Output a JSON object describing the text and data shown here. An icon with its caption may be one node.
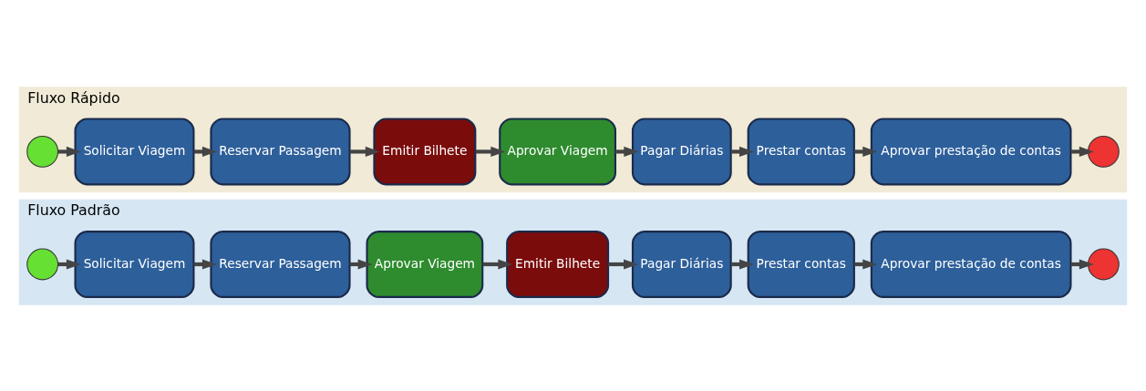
{
  "diagram": {
    "nodes": [
      {
        "text": [
          "Fluxo Padrão"
        ]
      },
      {
        "text": [],
        "shape": "circle",
        "in": 0
      },
      {
        "text": [
          "Solicitar Viagem"
        ],
        "in": 0
      },
      {
        "text": [
          "Reservar Passagem"
        ],
        "in": 0
      },
      {
        "text": [
          "Aprovar Viagem"
        ],
        "in": 0
      },
      {
        "text": [
          "Emitir Bilhete"
        ],
        "in": 0
      },
      {
        "text": [
          "Pagar Diárias"
        ],
        "in": 0
      },
      {
        "text": [
          "Prestar contas"
        ],
        "in": 0
      },
      {
        "text": [
          "Aprovar prestação de contas"
        ],
        "in": 0
      },
      {
        "text": [],
        "shape": "circle",
        "in": 0
      },
      {
        "text": [
          "Fluxo Rápido"
        ]
      },
      {
        "text": [],
        "shape": "circle",
        "in": 10
      },
      {
        "text": [
          "Solicitar Viagem"
        ],
        "in": 10
      },
      {
        "text": [
          "Reservar Passagem"
        ],
        "in": 10
      },
      {
        "text": [
          "Emitir Bilhete"
        ],
        "in": 10
      },
      {
        "text": [
          "Aprovar Viagem"
        ],
        "in": 10
      },
      {
        "text": [
          "Pagar Diárias"
        ],
        "in": 10
      },
      {
        "text": [
          "Prestar contas"
        ],
        "in": 10
      },
      {
        "text": [
          "Aprovar prestação de contas"
        ],
        "in": 10
      },
      {
        "text": [],
        "shape": "circle",
        "in": 10
      }
    ],
    "edges": [
      {
        "from": 1,
        "to": 2,
        "arrow": "to"
      },
      {
        "from": 2,
        "to": 3,
        "arrow": "to"
      },
      {
        "from": 3,
        "to": 4,
        "arrow": "to"
      },
      {
        "from": 4,
        "to": 5,
        "arrow": "to"
      },
      {
        "from": 5,
        "to": 6,
        "arrow": "to"
      },
      {
        "from": 6,
        "to": 7,
        "arrow": "to"
      },
      {
        "from": 7,
        "to": 8,
        "arrow": "to"
      },
      {
        "from": 8,
        "to": 9,
        "arrow": "to"
      },
      {
        "from": 11,
        "to": 12,
        "arrow": "to"
      },
      {
        "from": 12,
        "to": 13,
        "arrow": "to"
      },
      {
        "from": 13,
        "to": 14,
        "arrow": "to"
      },
      {
        "from": 14,
        "to": 15,
        "arrow": "to"
      },
      {
        "from": 15,
        "to": 16,
        "arrow": "to"
      },
      {
        "from": 16,
        "to": 17,
        "arrow": "to"
      },
      {
        "from": 17,
        "to": 18,
        "arrow": "to"
      },
      {
        "from": 18,
        "to": 19,
        "arrow": "to"
      }
    ]
  }
}
